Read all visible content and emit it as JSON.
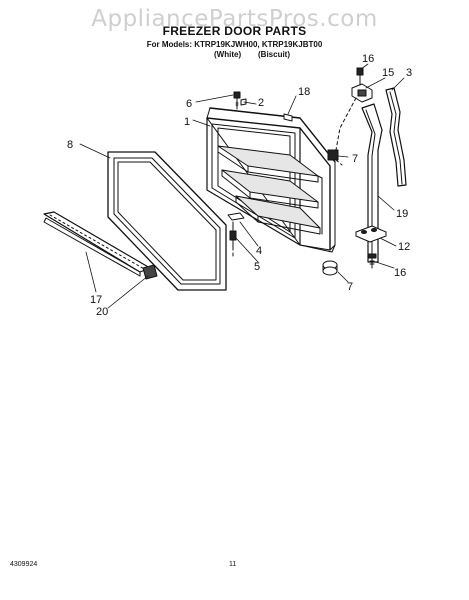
{
  "watermark": "AppliancePartsPros.com",
  "header": {
    "title": "FREEZER DOOR PARTS",
    "models": "For Models: KTRP19KJWH00, KTRP19KJBT00",
    "variant_white": "(White)",
    "variant_biscuit": "(Biscuit)"
  },
  "callouts": {
    "c1": "1",
    "c2": "2",
    "c3": "3",
    "c4": "4",
    "c5": "5",
    "c6": "6",
    "c7a": "7",
    "c7b": "7",
    "c8": "8",
    "c12": "12",
    "c15": "15",
    "c16a": "16",
    "c16b": "16",
    "c17": "17",
    "c18": "18",
    "c19": "19",
    "c20": "20"
  },
  "footer": {
    "doc_number": "4309924",
    "page_number": "11"
  }
}
